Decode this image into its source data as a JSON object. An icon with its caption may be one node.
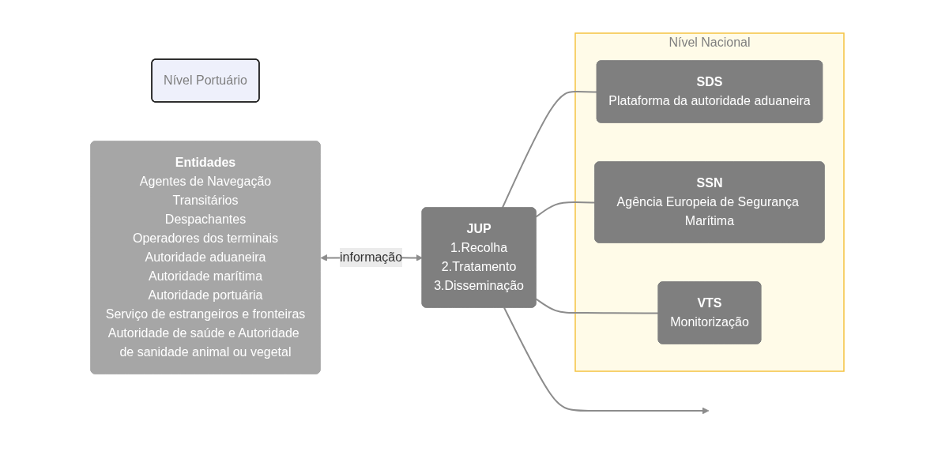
{
  "diagram": {
    "nodes": [
      {
        "text": [
          "Nível Portuário"
        ]
      },
      {
        "text": [
          "Nível Nacional"
        ]
      },
      {
        "text": [
          "Entidades",
          "Agentes de Navegação",
          "Transitários",
          "Despachantes",
          "Operadores dos terminais",
          "Autoridade aduaneira",
          "Autoridade marítima",
          "Autoridade portuária",
          "Serviço de estrangeiros e fronteiras",
          "Autoridade de saúde e Autoridade de sanidade animal ou vegetal"
        ]
      },
      {
        "text": [
          "JUP",
          "1.Recolha",
          "2.Tratamento",
          "3.Disseminação"
        ]
      },
      {
        "text": [
          "SDS",
          "Plataforma da autoridade aduaneira"
        ],
        "in": 1
      },
      {
        "text": [
          "SSN",
          "Agência Europeia de Segurança Marítima"
        ],
        "in": 1
      },
      {
        "text": [
          "VTS",
          "Monitorização"
        ],
        "in": 1
      }
    ],
    "edges": [
      {
        "from": 2,
        "to": 3,
        "arrow": "both",
        "label": "informação"
      },
      {
        "from": 3,
        "to": null,
        "arrow": "to"
      },
      {
        "from": 3,
        "to": 4,
        "arrow": "none"
      },
      {
        "from": 3,
        "to": 5,
        "arrow": "none"
      },
      {
        "from": 3,
        "to": 6,
        "arrow": "none"
      }
    ]
  }
}
